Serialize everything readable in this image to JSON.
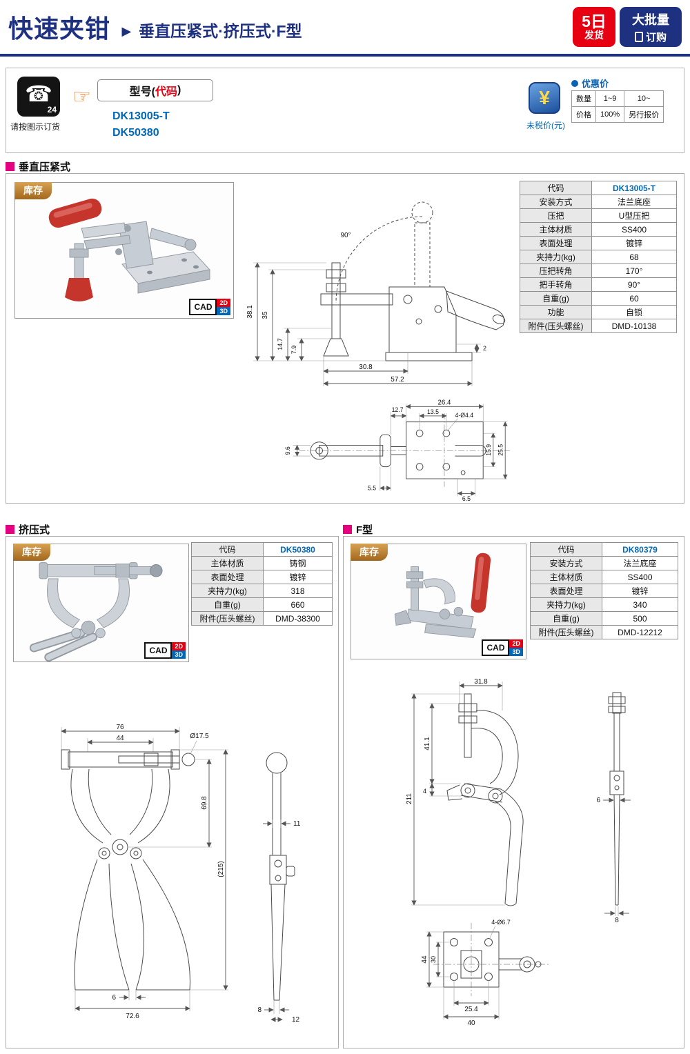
{
  "icons": {
    "phone": "☎",
    "finger": "☞",
    "yen": "¥"
  },
  "header": {
    "title": "快速夹钳",
    "subtitle": "► 垂直压紧式·挤压式·F型",
    "ship_badge_big": "5日",
    "ship_badge_small": "发货",
    "bulk_line1": "大批量",
    "bulk_line2": "订购"
  },
  "order_bar": {
    "phone_badge": "24",
    "phone_caption": "请按图示订货",
    "model_label_pre": "型号(",
    "model_label_code": "代码",
    "model_label_post": ")",
    "model_1": "DK13005-T",
    "model_2": "DK50380",
    "price_header": "优惠价",
    "price_rows": [
      [
        "数量",
        "1~9",
        "10~"
      ],
      [
        "价格",
        "100%",
        "另行报价"
      ]
    ],
    "price_note": "未税价(元)"
  },
  "stock_label": "库存",
  "cad_label": "CAD",
  "cad_2d": "2D",
  "cad_3d": "3D",
  "sections": [
    {
      "title": "垂直压紧式",
      "specs": [
        {
          "label": "代码",
          "value": "DK13005-T"
        },
        {
          "label": "安装方式",
          "value": "法兰底座"
        },
        {
          "label": "压把",
          "value": "U型压把"
        },
        {
          "label": "主体材质",
          "value": "SS400"
        },
        {
          "label": "表面处理",
          "value": "镀锌"
        },
        {
          "label": "夹持力(kg)",
          "value": "68"
        },
        {
          "label": "压把转角",
          "value": "170°"
        },
        {
          "label": "把手转角",
          "value": "90°"
        },
        {
          "label": "自重(g)",
          "value": "60"
        },
        {
          "label": "功能",
          "value": "自锁"
        },
        {
          "label": "附件(压头螺丝)",
          "value": "DMD-10138"
        }
      ],
      "dims": {
        "angle": "90°",
        "h_total": "38.1",
        "h_35": "35",
        "h_147": "14.7",
        "h_79": "7.9",
        "t_2": "2",
        "w_308": "30.8",
        "w_572": "57.2",
        "b_264": "26.4",
        "b_135": "13.5",
        "b_127": "12.7",
        "b_holes": "4-Ø4.4",
        "b_159": "15.9",
        "b_255": "25.5",
        "b_96": "9.6",
        "b_55": "5.5",
        "b_65": "6.5"
      }
    },
    {
      "title": "挤压式",
      "specs": [
        {
          "label": "代码",
          "value": "DK50380"
        },
        {
          "label": "主体材质",
          "value": "铸钢"
        },
        {
          "label": "表面处理",
          "value": "镀锌"
        },
        {
          "label": "夹持力(kg)",
          "value": "318"
        },
        {
          "label": "自重(g)",
          "value": "660"
        },
        {
          "label": "附件(压头螺丝)",
          "value": "DMD-38300"
        }
      ],
      "dims": {
        "w_76": "76",
        "w_44": "44",
        "dia": "Ø17.5",
        "h_698": "69.8",
        "h_215": "(215)",
        "g_6": "6",
        "w_726": "72.6",
        "s_11": "11",
        "s_8": "8",
        "s_12": "12"
      }
    },
    {
      "title": "F型",
      "specs": [
        {
          "label": "代码",
          "value": "DK80379"
        },
        {
          "label": "安装方式",
          "value": "法兰底座"
        },
        {
          "label": "主体材质",
          "value": "SS400"
        },
        {
          "label": "表面处理",
          "value": "镀锌"
        },
        {
          "label": "夹持力(kg)",
          "value": "340"
        },
        {
          "label": "自重(g)",
          "value": "500"
        },
        {
          "label": "附件(压头螺丝)",
          "value": "DMD-12212"
        }
      ],
      "dims": {
        "w_318": "31.8",
        "h_411": "41.1",
        "h_4": "4",
        "h_211": "211",
        "s_6": "6",
        "s_8": "8",
        "b_holes": "4-Ø6.7",
        "b_44": "44",
        "b_30": "30",
        "b_254": "25.4",
        "b_40": "40"
      }
    }
  ]
}
